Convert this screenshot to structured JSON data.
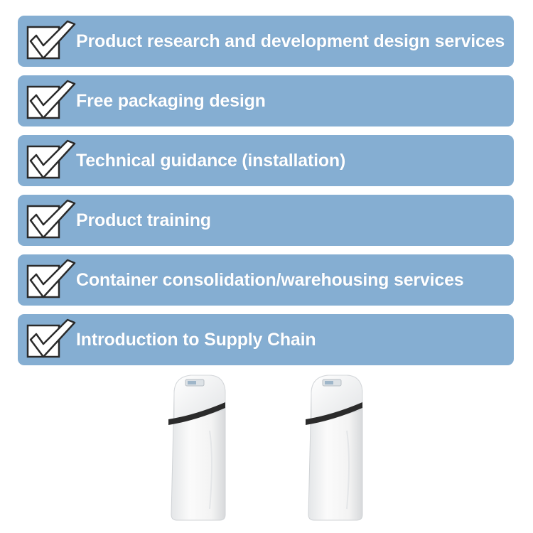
{
  "colors": {
    "banner_bg": "#85aed2",
    "text": "#ffffff",
    "check_stroke": "#2a2a2a",
    "background": "#ffffff",
    "cabinet_body": "#f6f6f6",
    "cabinet_band": "#2b2b2b"
  },
  "services": [
    {
      "label": "Product research and development design services",
      "icon": "checkmark-icon"
    },
    {
      "label": "Free packaging design",
      "icon": "checkmark-icon"
    },
    {
      "label": "Technical guidance (installation)",
      "icon": "checkmark-icon"
    },
    {
      "label": "Product training",
      "icon": "checkmark-icon"
    },
    {
      "label": "Container consolidation/warehousing services",
      "icon": "checkmark-icon"
    },
    {
      "label": "Introduction to Supply Chain",
      "icon": "checkmark-icon"
    }
  ],
  "products": {
    "image": "water-softener-cabinet",
    "count": 2
  }
}
